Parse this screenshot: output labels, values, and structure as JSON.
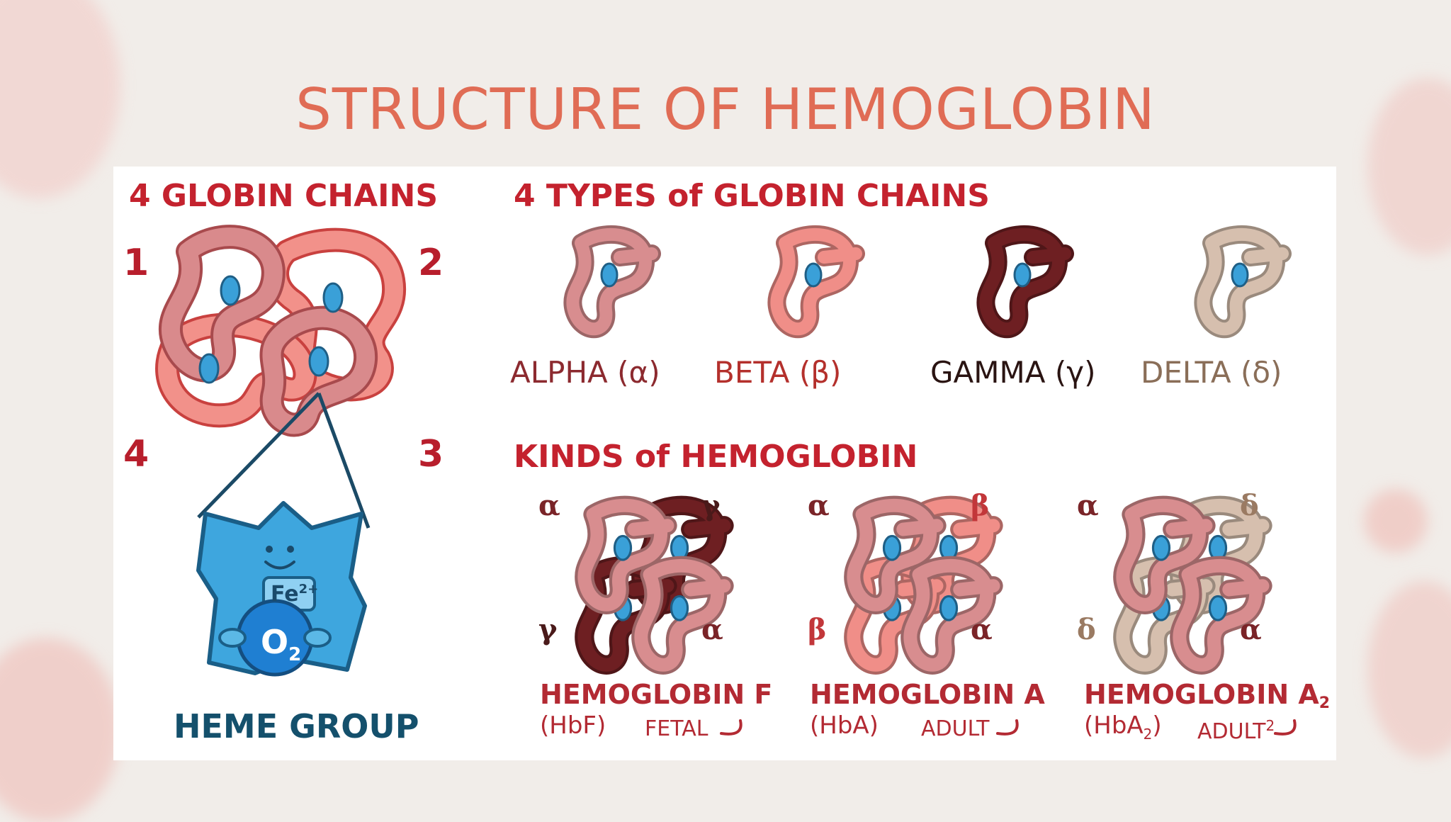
{
  "slide": {
    "title": "STRUCTURE OF HEMOGLOBIN",
    "title_color": "#e06c55",
    "background": "#f1ede9"
  },
  "left_panel": {
    "heading": "4 GLOBIN CHAINS",
    "chain_numbers": [
      "1",
      "2",
      "3",
      "4"
    ],
    "heme": {
      "label": "HEME GROUP",
      "iron": "Fe",
      "iron_charge": "2+",
      "oxygen": "O",
      "oxygen_sub": "2",
      "color": "#37a3dc"
    }
  },
  "types_panel": {
    "heading": "4 TYPES of GLOBIN CHAINS",
    "types": [
      {
        "label": "ALPHA (α)",
        "color": "#d88d8f",
        "text_color": "#8c2a2f"
      },
      {
        "label": "BETA (β)",
        "color": "#f08e88",
        "text_color": "#b4302c"
      },
      {
        "label": "GAMMA (γ)",
        "color": "#6e1f22",
        "text_color": "#2a1412"
      },
      {
        "label": "DELTA (δ)",
        "color": "#d6bfae",
        "text_color": "#8a6e58"
      }
    ]
  },
  "kinds_panel": {
    "heading": "KINDS of HEMOGLOBIN",
    "kinds": [
      {
        "name": "HEMOGLOBIN F",
        "abbr": "(HbF)",
        "desc": "FETAL",
        "chains": [
          "α",
          "γ",
          "γ",
          "α"
        ]
      },
      {
        "name": "HEMOGLOBIN A",
        "abbr": "(HbA)",
        "desc": "ADULT",
        "chains": [
          "α",
          "β",
          "β",
          "α"
        ]
      },
      {
        "name": "HEMOGLOBIN A",
        "name_sub": "2",
        "abbr": "(HbA",
        "abbr_sub": "2",
        "abbr_close": ")",
        "desc": "ADULT",
        "desc_sup": "2",
        "chains": [
          "α",
          "δ",
          "δ",
          "α"
        ]
      }
    ]
  }
}
